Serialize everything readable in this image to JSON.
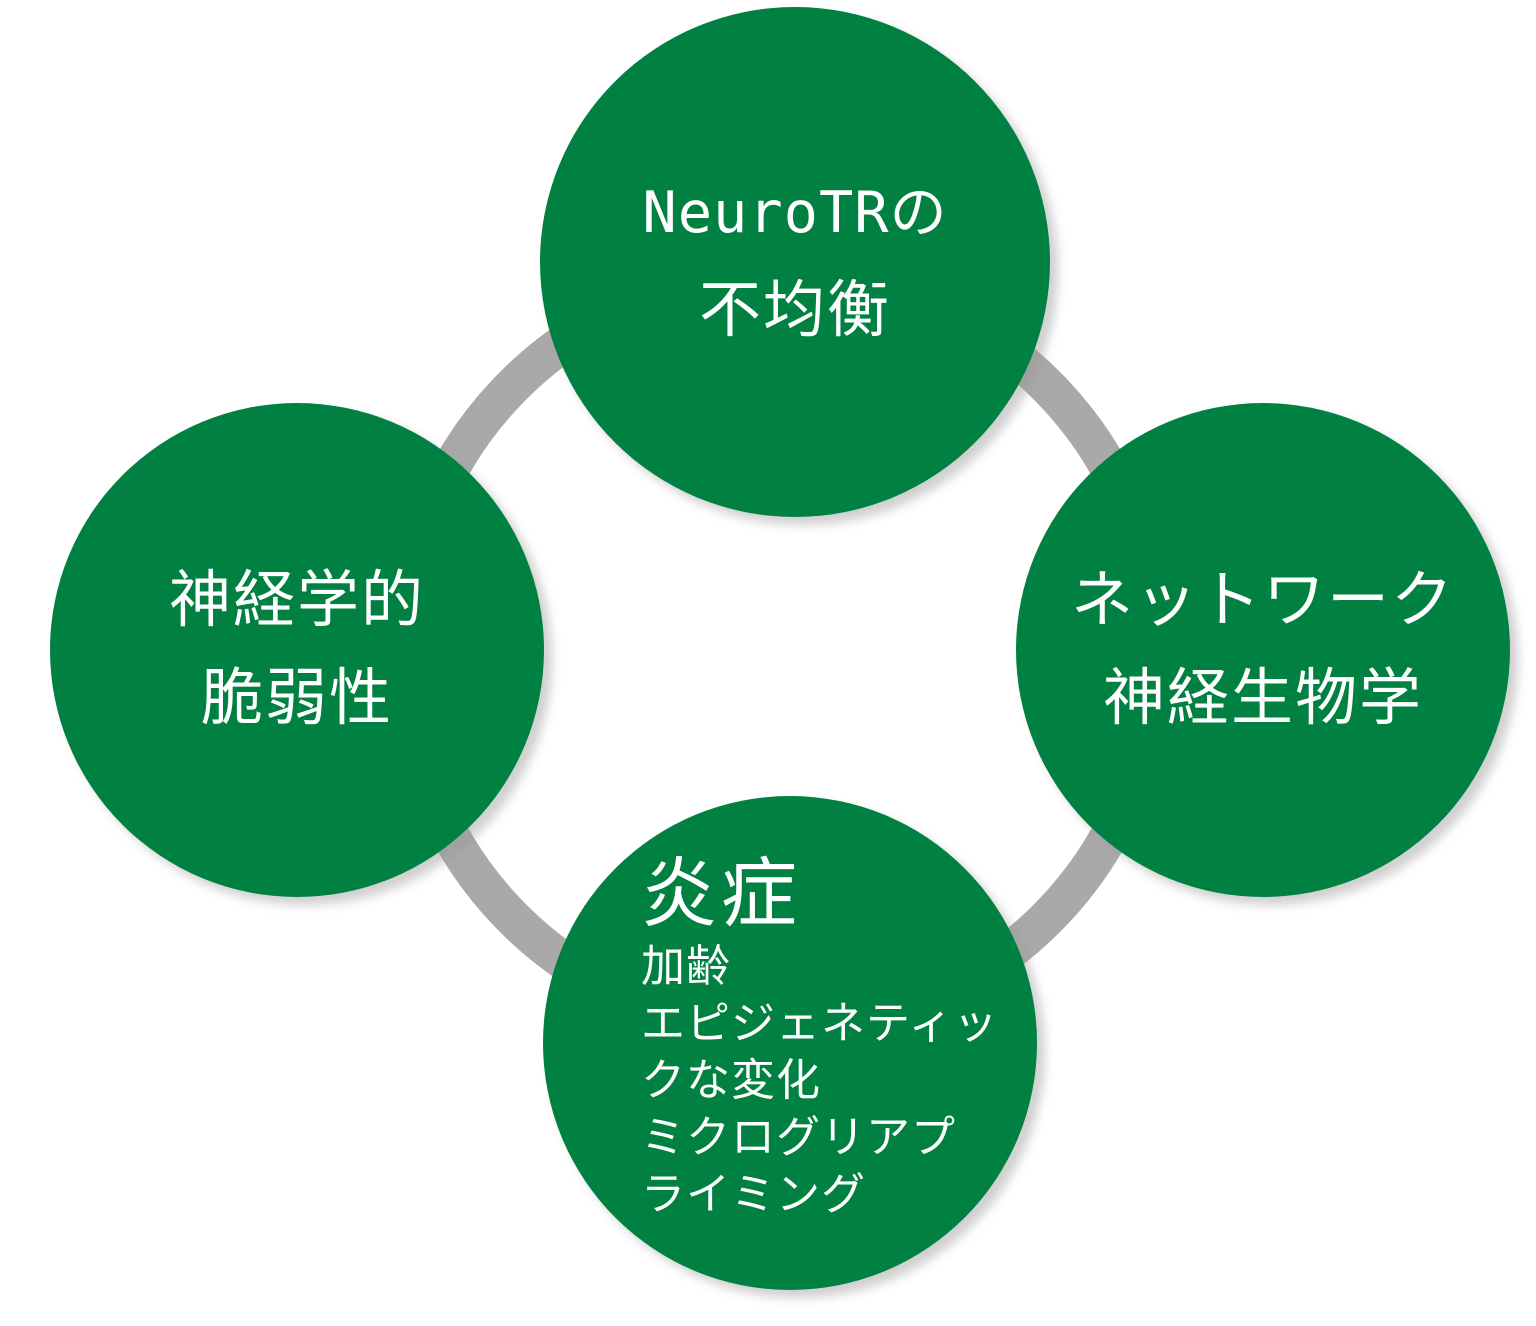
{
  "diagram": {
    "background": "#ffffff",
    "node_color": "#008142",
    "ring_color": "#a9a9a9",
    "text_color": "#ffffff",
    "nodes": {
      "top": {
        "lines": [
          "NeuroTRの",
          "不均衡"
        ]
      },
      "left": {
        "lines": [
          "神経学的",
          "脆弱性"
        ]
      },
      "right": {
        "lines": [
          "ネットワーク",
          "神経生物学"
        ]
      },
      "bottom": {
        "title": "炎症",
        "lines": [
          "加齢",
          "エピジェネティッ",
          "クな変化",
          "ミクログリアプ",
          "ライミング"
        ]
      }
    }
  }
}
